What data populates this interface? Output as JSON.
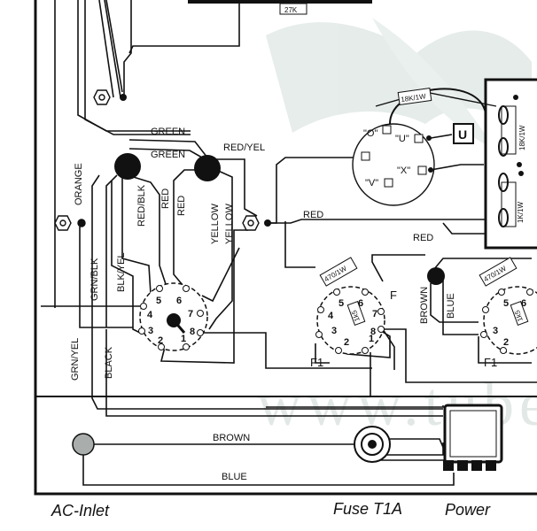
{
  "labels": {
    "resistor_top": "27K",
    "resistor_18k": "18K/1W",
    "resistor_18k_v": "18K/1W",
    "resistor_1k": "1K/1W",
    "resistor_470_a": "470/1W",
    "resistor_470_b": "470/1W",
    "res_small_a": "1k5",
    "res_small_b": "1k5",
    "switch_u": "U",
    "term_o": "\"O\"",
    "term_u": "\"U\"",
    "term_x": "\"X\"",
    "term_v": "\"V\"",
    "wire_green_1": "GREEN",
    "wire_green_2": "GREEN",
    "wire_redyel": "RED/YEL",
    "wire_red_1": "RED",
    "wire_red_2": "RED",
    "wire_red_3": "RED",
    "wire_red_4": "RED",
    "wire_redblk": "RED/BLK",
    "wire_yellow_1": "YELLOW",
    "wire_yellow_2": "YELLOW",
    "wire_orange": "ORANGE",
    "wire_grnblk": "GRN/BLK",
    "wire_blkyel": "BLK/YEL",
    "wire_grnyel": "GRN/YEL",
    "wire_black": "BLACK",
    "wire_brown_v": "BROWN",
    "wire_blue_v": "BLUE",
    "wire_brown_h": "BROWN",
    "wire_blue_h": "BLUE",
    "tube1_pins": [
      "1",
      "2",
      "3",
      "4",
      "5",
      "6",
      "7",
      "8"
    ],
    "tube2_pins": [
      "1",
      "2",
      "3",
      "4",
      "5",
      "6",
      "7",
      "8"
    ],
    "tube3_pins": [
      "2",
      "3",
      "5",
      "6"
    ],
    "tube2_f": "F",
    "tube2_f1": "F1",
    "tube3_f1": "F1",
    "watermark": "www.tube"
  },
  "captions": {
    "ac_inlet": "AC-Inlet",
    "fuse": "Fuse T1A",
    "power": "Power"
  }
}
